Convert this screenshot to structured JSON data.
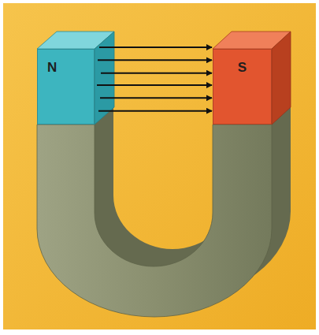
{
  "diagram": {
    "nodes": [
      {
        "text": [
          "N"
        ]
      },
      {
        "text": [
          "S"
        ]
      }
    ],
    "edges": [
      {
        "from": 0,
        "to": 1,
        "arrow": "to"
      },
      {
        "from": 0,
        "to": 1,
        "arrow": "to"
      },
      {
        "from": 0,
        "to": 1,
        "arrow": "to"
      },
      {
        "from": 0,
        "to": 1,
        "arrow": "to"
      },
      {
        "from": 0,
        "to": 1,
        "arrow": "to"
      },
      {
        "from": 0,
        "to": 1,
        "arrow": "to"
      }
    ]
  }
}
